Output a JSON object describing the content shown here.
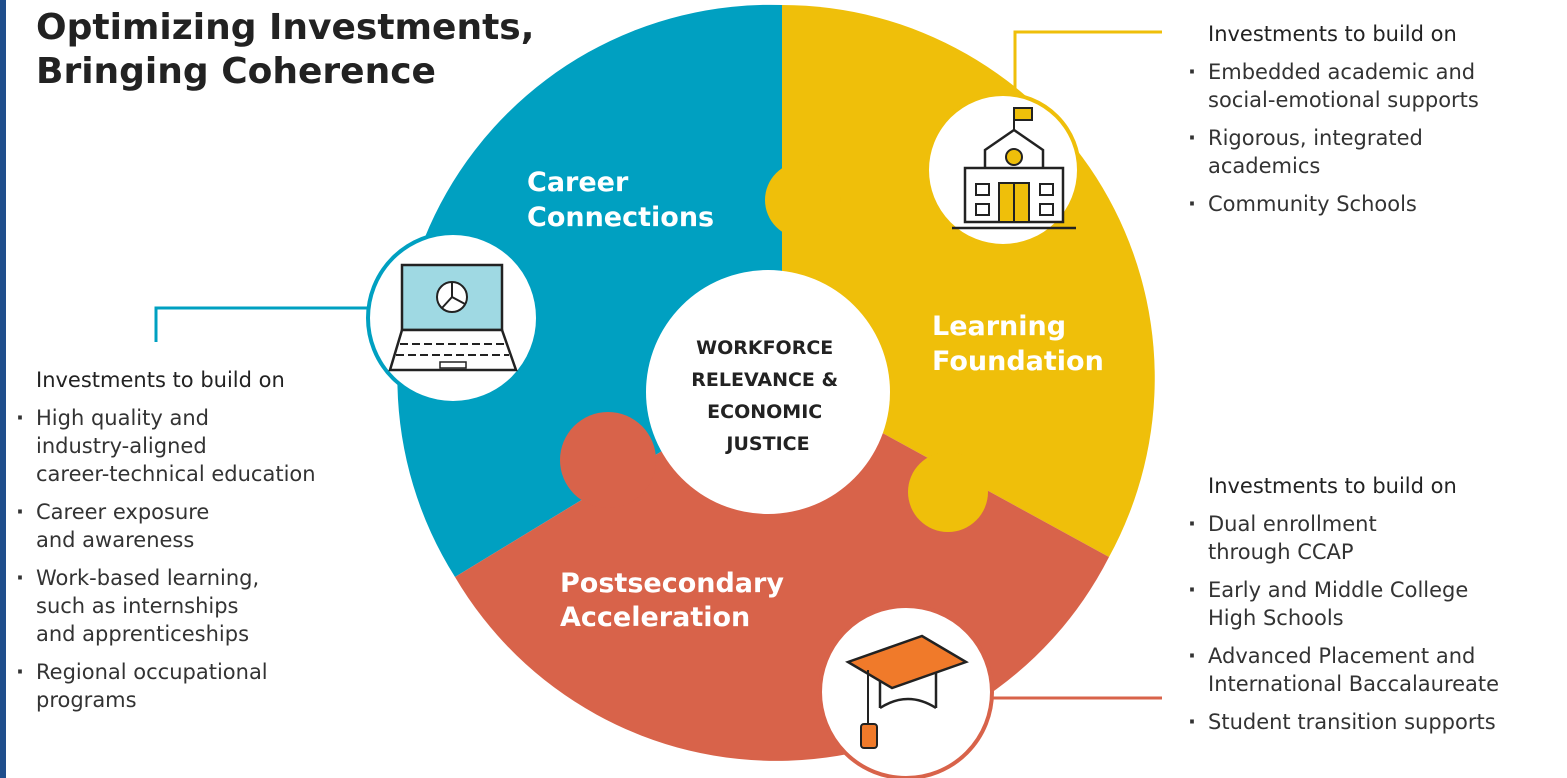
{
  "title": {
    "line1": "Optimizing Investments,",
    "line2": "Bringing Coherence"
  },
  "colors": {
    "career": "#00a0c1",
    "learning": "#efbf0a",
    "postsecondary": "#d8634a",
    "text": "#222222"
  },
  "center": {
    "lines": [
      "WORKFORCE",
      "RELEVANCE &",
      "ECONOMIC",
      "JUSTICE"
    ]
  },
  "segments": {
    "career": {
      "lines": [
        "Career",
        "Connections"
      ],
      "icon": "laptop-pie-chart-icon"
    },
    "learning": {
      "lines": [
        "Learning",
        "Foundation"
      ],
      "icon": "school-building-icon"
    },
    "postsecondary": {
      "lines": [
        "Postsecondary",
        "Acceleration"
      ],
      "icon": "graduation-cap-icon"
    }
  },
  "panels": {
    "left": {
      "heading": "Investments to build on",
      "items": [
        [
          "High quality and",
          "industry-aligned",
          "career-technical education"
        ],
        [
          "Career exposure",
          "and awareness"
        ],
        [
          "Work-based learning,",
          "such as internships",
          "and apprenticeships"
        ],
        [
          "Regional occupational",
          "programs"
        ]
      ]
    },
    "top_right": {
      "heading": "Investments to build on",
      "items": [
        [
          "Embedded academic and",
          "social-emotional supports"
        ],
        [
          "Rigorous, integrated",
          "academics"
        ],
        [
          "Community Schools"
        ]
      ]
    },
    "bottom_right": {
      "heading": "Investments to build on",
      "items": [
        [
          "Dual enrollment",
          "through CCAP"
        ],
        [
          "Early and Middle College",
          "High Schools"
        ],
        [
          "Advanced Placement and",
          "International Baccalaureate"
        ],
        [
          "Student transition supports"
        ]
      ]
    }
  }
}
